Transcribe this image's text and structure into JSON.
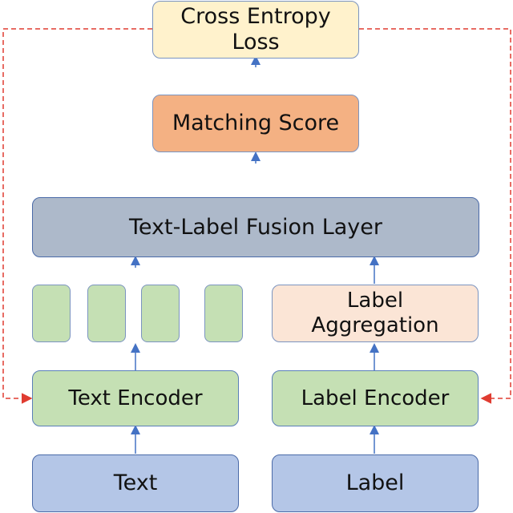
{
  "diagram": {
    "nodes": {
      "text_input": "Text",
      "label_input": "Label",
      "text_encoder": "Text Encoder",
      "label_encoder": "Label Encoder",
      "label_aggregation": "Label\nAggregation",
      "fusion_layer": "Text-Label Fusion Layer",
      "matching_score": "Matching Score",
      "loss": "Cross Entropy\nLoss"
    },
    "token_count": 4,
    "colors": {
      "input": "#b4c6e7",
      "encoder": "#c5e0b4",
      "aggregation": "#fbe5d6",
      "fusion": "#adb9ca",
      "score": "#f4b183",
      "loss": "#fff2cc",
      "arrow": "#4472c4",
      "feedback": "#e03c31"
    },
    "edges": [
      {
        "from": "text_input",
        "to": "text_encoder"
      },
      {
        "from": "label_input",
        "to": "label_encoder"
      },
      {
        "from": "text_encoder",
        "to": "token_embeddings"
      },
      {
        "from": "label_encoder",
        "to": "label_aggregation"
      },
      {
        "from": "token_embeddings",
        "to": "fusion_layer"
      },
      {
        "from": "label_aggregation",
        "to": "fusion_layer"
      },
      {
        "from": "fusion_layer",
        "to": "matching_score"
      },
      {
        "from": "matching_score",
        "to": "loss"
      },
      {
        "from": "loss",
        "to": "text_encoder",
        "style": "dashed"
      },
      {
        "from": "loss",
        "to": "label_encoder",
        "style": "dashed"
      }
    ]
  }
}
